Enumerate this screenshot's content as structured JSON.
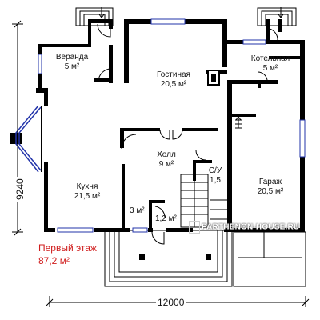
{
  "rooms": {
    "veranda": {
      "name": "Веранда",
      "area": "5 м²"
    },
    "living": {
      "name": "Гостиная",
      "area": "20,5 м²"
    },
    "boiler": {
      "name": "Котельная",
      "area": "5 м²"
    },
    "hall": {
      "name": "Холл",
      "area": "9 м²"
    },
    "kitchen": {
      "name": "Кухня",
      "area": "21,5 м²"
    },
    "bathroom": {
      "name": "С/У",
      "area": "1,5"
    },
    "garage": {
      "name": "Гараж",
      "area": "20,5 м²"
    },
    "storage": {
      "area": "3 м²"
    },
    "vestibule": {
      "area": "1,2 м²"
    }
  },
  "floor": {
    "title": "Первый этаж",
    "area": "87,2 м²"
  },
  "dimensions": {
    "width": "12000",
    "depth": "9240"
  },
  "watermark": {
    "text": "PARTHENON-HOUSE.RU",
    "icon": "parthenon-logo-icon"
  },
  "colors": {
    "walls": "#000000",
    "windows": "#2233aa",
    "floor_label": "#d01c1c"
  }
}
